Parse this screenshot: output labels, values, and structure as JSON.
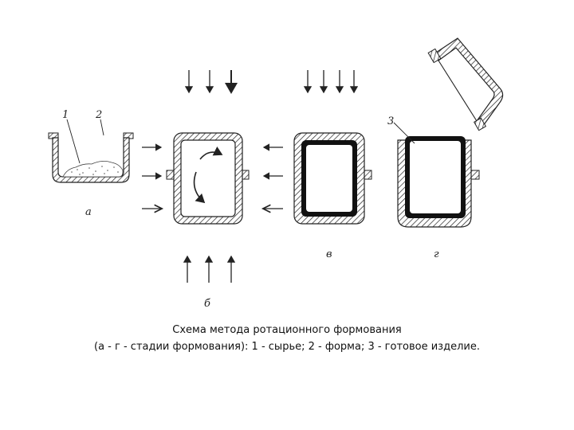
{
  "labels": {
    "raw": "1",
    "mold": "2",
    "product": "3",
    "stage_a": "а",
    "stage_b": "б",
    "stage_v": "в",
    "stage_g": "г"
  },
  "caption": {
    "line1": "Схема метода ротационного формования",
    "line2": "(а - г - стадии формования): 1 - сырье; 2 - форма; 3 - готовое изделие."
  }
}
